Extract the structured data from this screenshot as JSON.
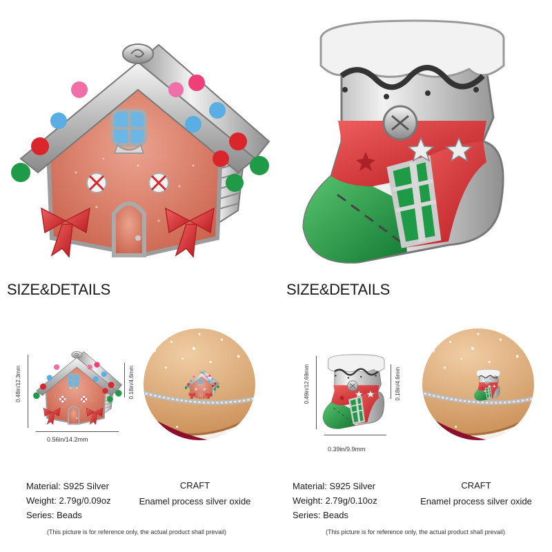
{
  "left_product": {
    "name_icon": "gingerbread-house-charm-icon",
    "heading": "SIZE&DETAILS",
    "height_label": "0.48in/12.3mm",
    "depth_label": "0.18in/4.6mm",
    "width_label": "0.56in/14.2mm",
    "material": "Material:  S925 Silver",
    "weight": "Weight: 2.79g/0.09oz",
    "series": "Series:  Beads",
    "craft_title": "CRAFT",
    "craft_text": "Enamel process silver oxide",
    "note": "(This picture is for reference only, the actual product shall prevail)"
  },
  "right_product": {
    "name_icon": "christmas-stocking-charm-icon",
    "heading": "SIZE&DETAILS",
    "height_label": "0.49in/12.69mm",
    "depth_label": "0.18in/4.6mm",
    "width_label": "0.39in/9.9mm",
    "material": "Material:  S925 Silver",
    "weight": "Weight: 2.79g/0.10oz",
    "series": "Series:  Beads",
    "craft_title": "CRAFT",
    "craft_text": "Enamel process silver oxide",
    "note": "(This picture is for reference only, the actual product shall prevail)"
  },
  "colors": {
    "silver": "#c9c9c9",
    "enamel_red": "#d8262a",
    "enamel_green": "#1f9a46",
    "gingerbread": "#d9836a",
    "glitter_pink": "#e8a08d",
    "wood": "#d6a772"
  }
}
